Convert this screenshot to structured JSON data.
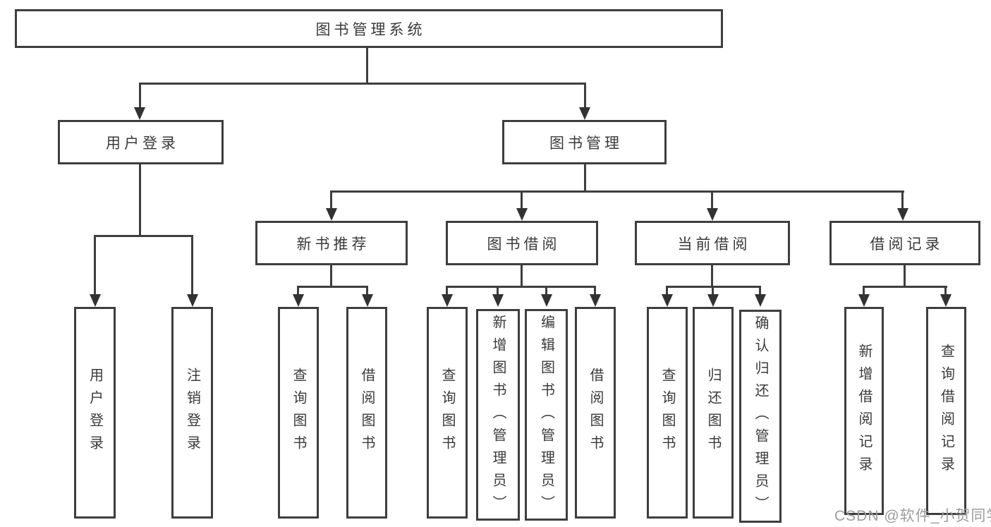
{
  "diagram_title": "图书管理系统",
  "nodes": {
    "root": "图书管理系统",
    "user_login": "用户登录",
    "book_mgmt": "图书管理",
    "leaf_user_login": "用户登录",
    "leaf_logout": "注销登录",
    "new_book_recommend": "新书推荐",
    "book_borrow": "图书借阅",
    "current_borrow": "当前借阅",
    "borrow_records": "借阅记录",
    "nbr_query_book": "查询图书",
    "nbr_borrow_book": "借阅图书",
    "bb_query_book": "查询图书",
    "bb_add_book_admin": "新增图书（管理员）",
    "bb_edit_book_admin": "编辑图书（管理员）",
    "bb_borrow_book": "借阅图书",
    "cb_query_book": "查询图书",
    "cb_return_book": "归还图书",
    "cb_confirm_return_admin": "确认归还（管理员）",
    "br_add_record": "新增借阅记录",
    "br_query_record": "查询借阅记录"
  },
  "watermark": "CSDN @软件_小贺同学",
  "colors": {
    "line": "#3e3e3e",
    "text": "#3a3a3a",
    "arrowhead": "#323232",
    "watermark": "#9d9d9d",
    "background": "#ffffff"
  }
}
